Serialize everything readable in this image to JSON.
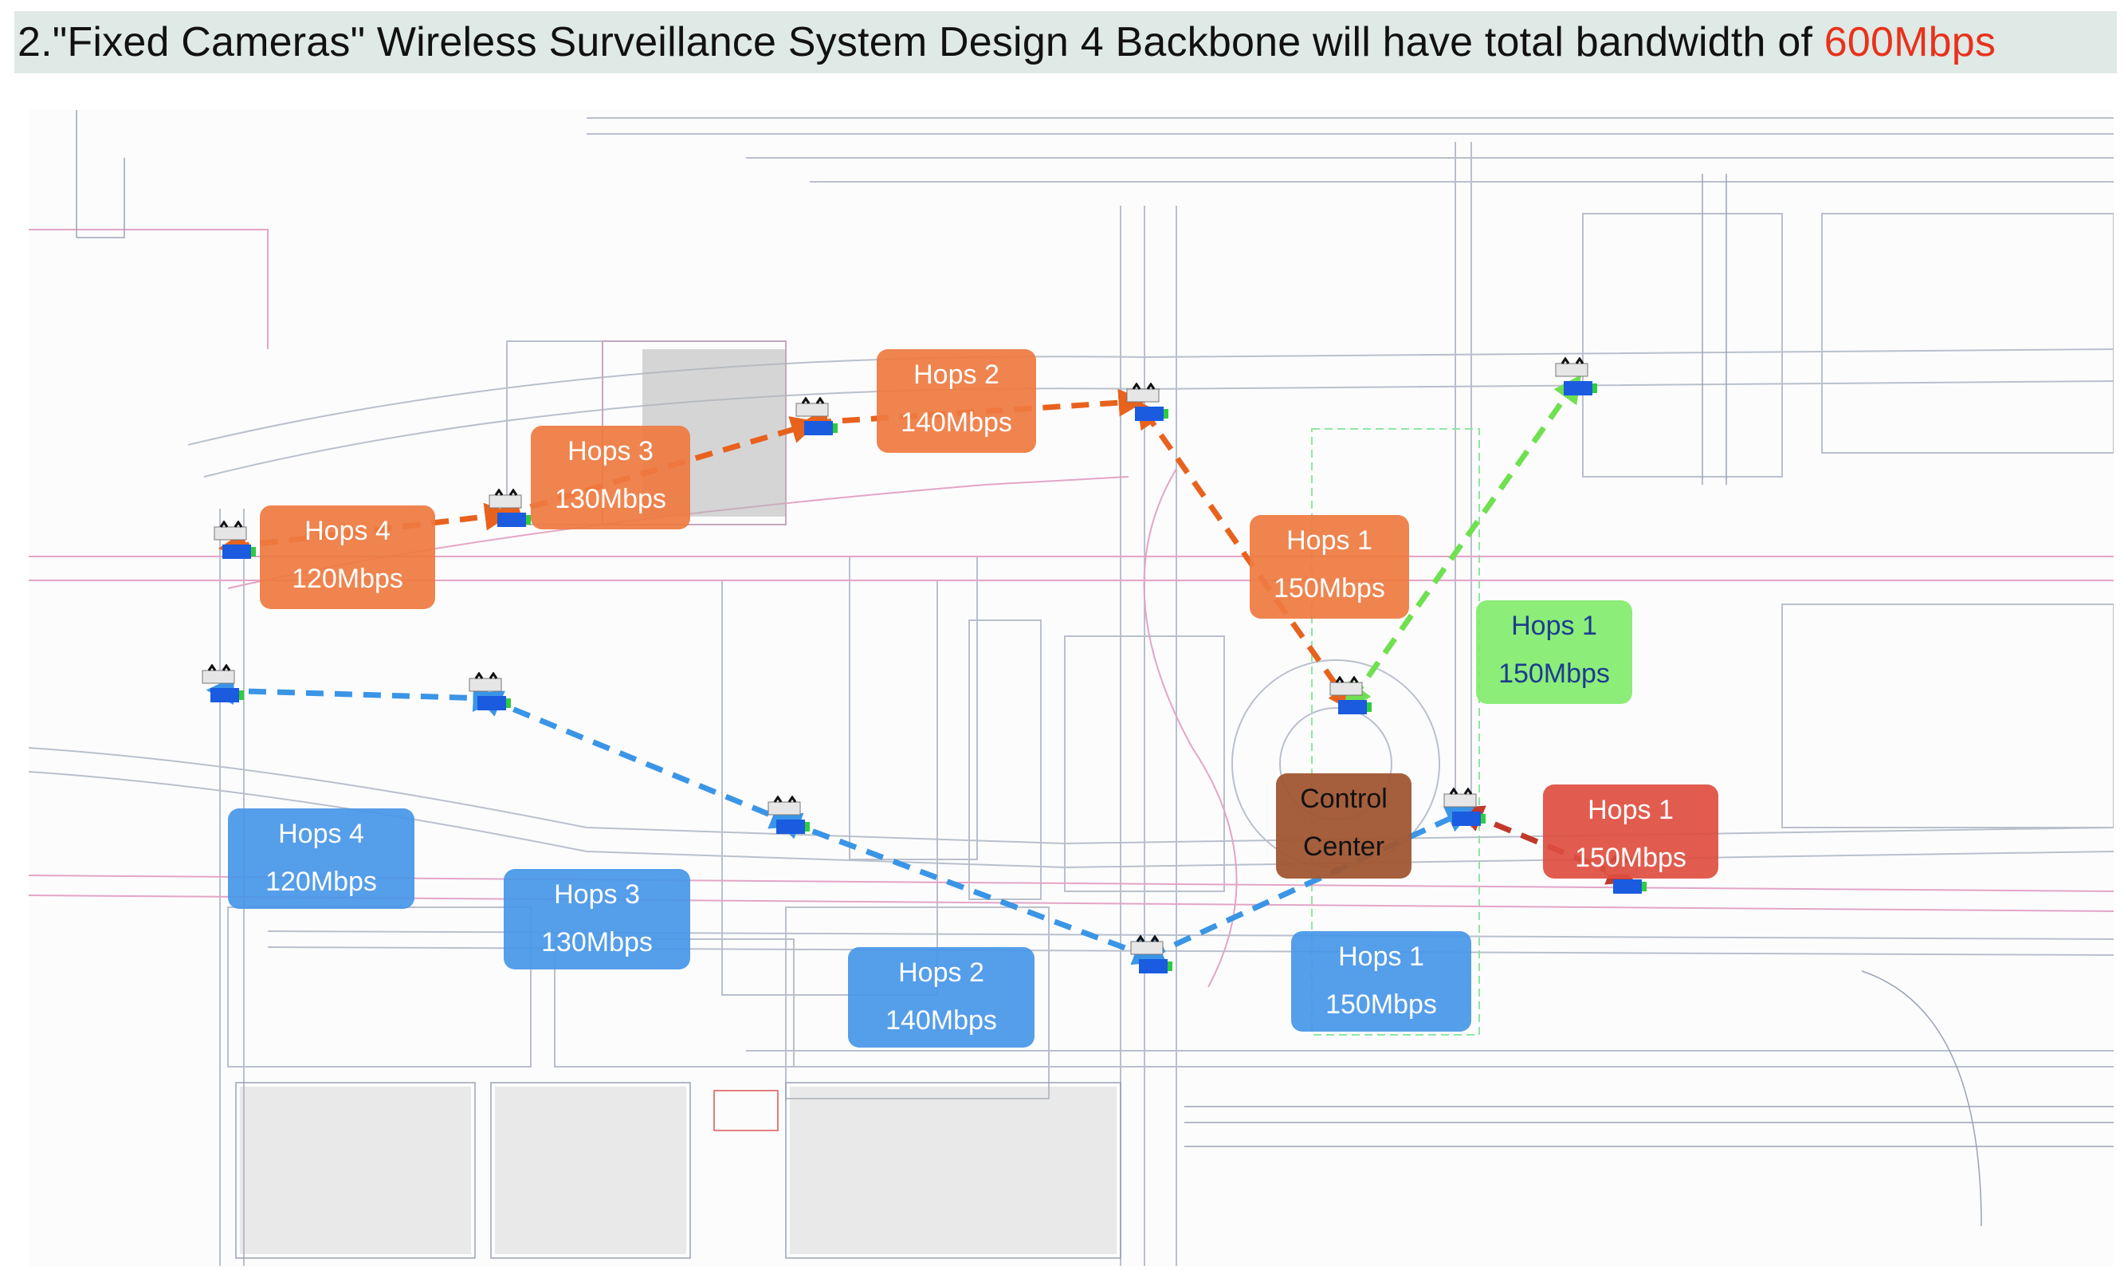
{
  "title": {
    "prefix": "2.\"Fixed Cameras\" Wireless Surveillance System Design 4 Backbone will have total bandwidth of ",
    "accent": "600Mbps"
  },
  "colors": {
    "orange_link": "#e8621e",
    "blue_link": "#3a95e6",
    "green_link": "#6fe04f",
    "red_link": "#c0392b",
    "title_accent": "#e8321c"
  },
  "labels": {
    "orange_hops2": {
      "line1": "Hops 2",
      "line2": "140Mbps"
    },
    "orange_hops3": {
      "line1": "Hops 3",
      "line2": "130Mbps"
    },
    "orange_hops4": {
      "line1": "Hops 4",
      "line2": "120Mbps"
    },
    "orange_hops1": {
      "line1": "Hops 1",
      "line2": "150Mbps"
    },
    "green_hops1": {
      "line1": "Hops 1",
      "line2": "150Mbps"
    },
    "red_hops1": {
      "line1": "Hops 1",
      "line2": "150Mbps"
    },
    "control_center": {
      "line1": "Control",
      "line2": "Center"
    },
    "blue_hops4": {
      "line1": "Hops 4",
      "line2": "120Mbps"
    },
    "blue_hops3": {
      "line1": "Hops 3",
      "line2": "130Mbps"
    },
    "blue_hops2": {
      "line1": "Hops 2",
      "line2": "140Mbps"
    },
    "blue_hops1": {
      "line1": "Hops 1",
      "line2": "150Mbps"
    }
  },
  "node_icon": "wireless-camera-node-icon"
}
